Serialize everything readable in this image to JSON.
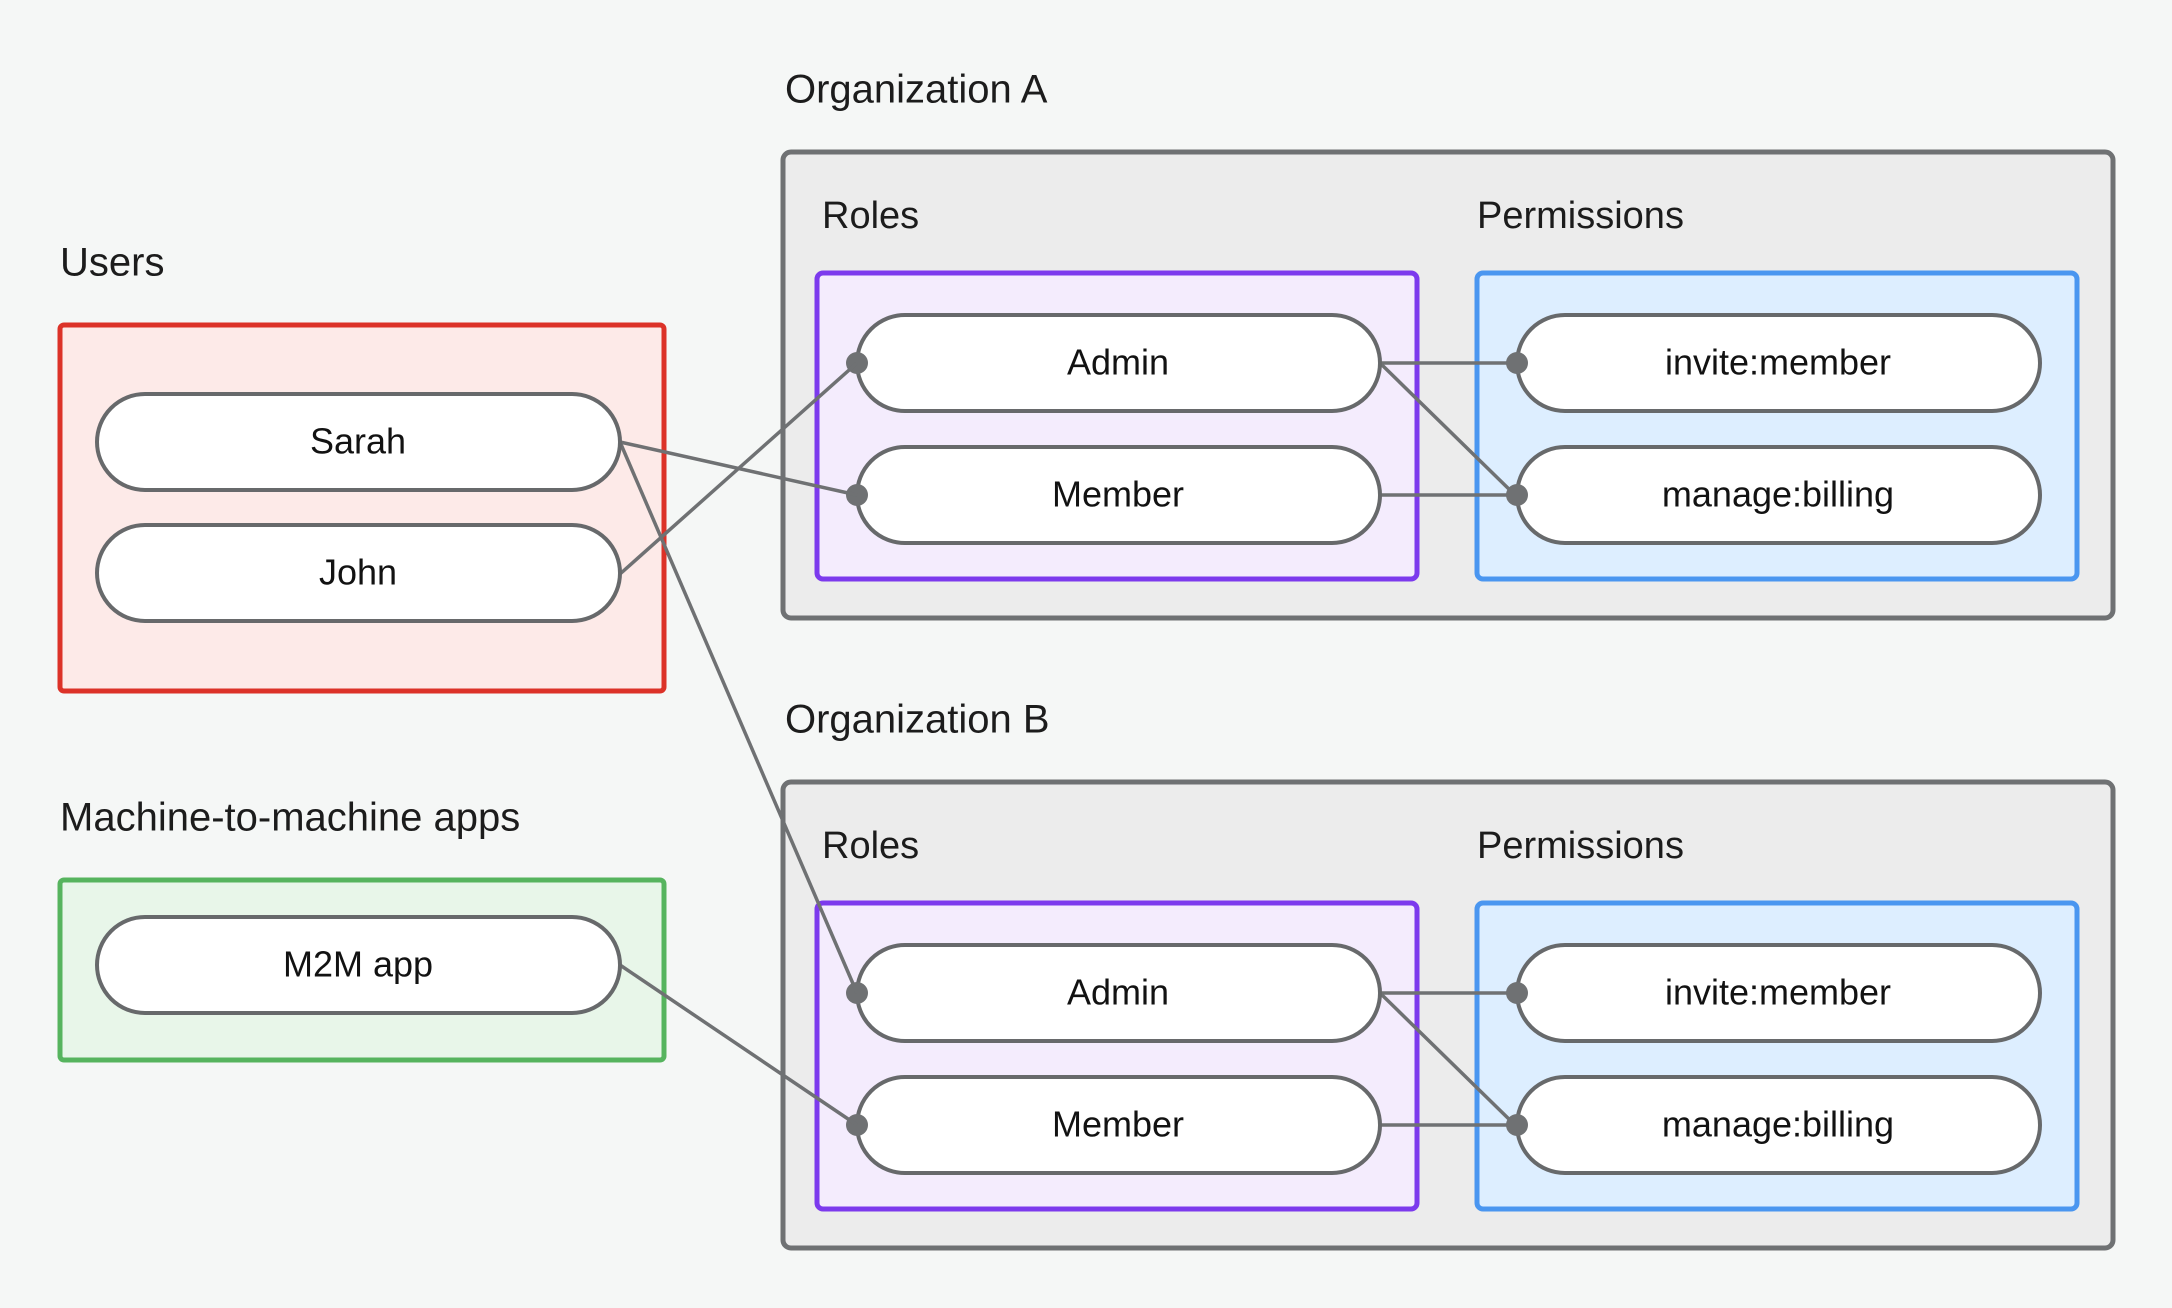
{
  "diagram": {
    "title_users": "Users",
    "title_m2m": "Machine-to-machine apps",
    "org_a_title": "Organization A",
    "org_b_title": "Organization B",
    "roles_label": "Roles",
    "permissions_label": "Permissions"
  },
  "users": {
    "box_label": "Users",
    "items": [
      {
        "id": "sarah",
        "label": "Sarah"
      },
      {
        "id": "john",
        "label": "John"
      }
    ]
  },
  "m2m": {
    "box_label": "Machine-to-machine apps",
    "items": [
      {
        "id": "m2m-app",
        "label": "M2M app"
      }
    ]
  },
  "organizations": [
    {
      "id": "org-a",
      "title": "Organization A",
      "roles_label": "Roles",
      "permissions_label": "Permissions",
      "roles": [
        {
          "id": "org-a-admin",
          "label": "Admin"
        },
        {
          "id": "org-a-member",
          "label": "Member"
        }
      ],
      "permissions": [
        {
          "id": "org-a-invite-member",
          "label": "invite:member"
        },
        {
          "id": "org-a-manage-billing",
          "label": "manage:billing"
        }
      ]
    },
    {
      "id": "org-b",
      "title": "Organization B",
      "roles_label": "Roles",
      "permissions_label": "Permissions",
      "roles": [
        {
          "id": "org-b-admin",
          "label": "Admin"
        },
        {
          "id": "org-b-member",
          "label": "Member"
        }
      ],
      "permissions": [
        {
          "id": "org-b-invite-member",
          "label": "invite:member"
        },
        {
          "id": "org-b-manage-billing",
          "label": "manage:billing"
        }
      ]
    }
  ],
  "edges": [
    {
      "from": "sarah",
      "to": "org-a-member"
    },
    {
      "from": "john",
      "to": "org-a-admin"
    },
    {
      "from": "sarah",
      "to": "org-b-admin"
    },
    {
      "from": "m2m-app",
      "to": "org-b-member"
    },
    {
      "from": "org-a-admin",
      "to": "org-a-invite-member"
    },
    {
      "from": "org-a-admin",
      "to": "org-a-manage-billing"
    },
    {
      "from": "org-a-member",
      "to": "org-a-manage-billing"
    },
    {
      "from": "org-b-admin",
      "to": "org-b-invite-member"
    },
    {
      "from": "org-b-admin",
      "to": "org-b-manage-billing"
    },
    {
      "from": "org-b-member",
      "to": "org-b-manage-billing"
    }
  ],
  "colors": {
    "background": "#f5f7f6",
    "users_border": "#dc3228",
    "users_fill": "#fdeae8",
    "m2m_border": "#56b45e",
    "m2m_fill": "#e8f6e9",
    "org_border": "#6f7173",
    "org_fill": "#ececec",
    "roles_border": "#7c3aed",
    "roles_fill": "#f4ecfd",
    "perms_border": "#4a96f0",
    "perms_fill": "#ddeeff",
    "node_border": "#67696b",
    "node_fill": "#ffffff",
    "edge": "#6f7173",
    "text": "#1c1c1c"
  }
}
